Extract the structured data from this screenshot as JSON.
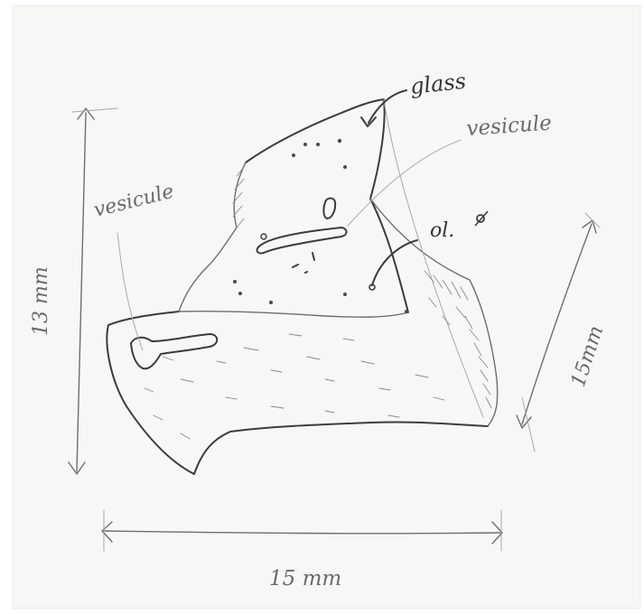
{
  "labels": {
    "glass": "glass",
    "vesicle_upper": "vesicule",
    "vesicle_left": "vesicule",
    "olivine": "ol.",
    "height_dim": "13 mm",
    "width_dim": "15 mm",
    "depth_dim": "15mm"
  }
}
